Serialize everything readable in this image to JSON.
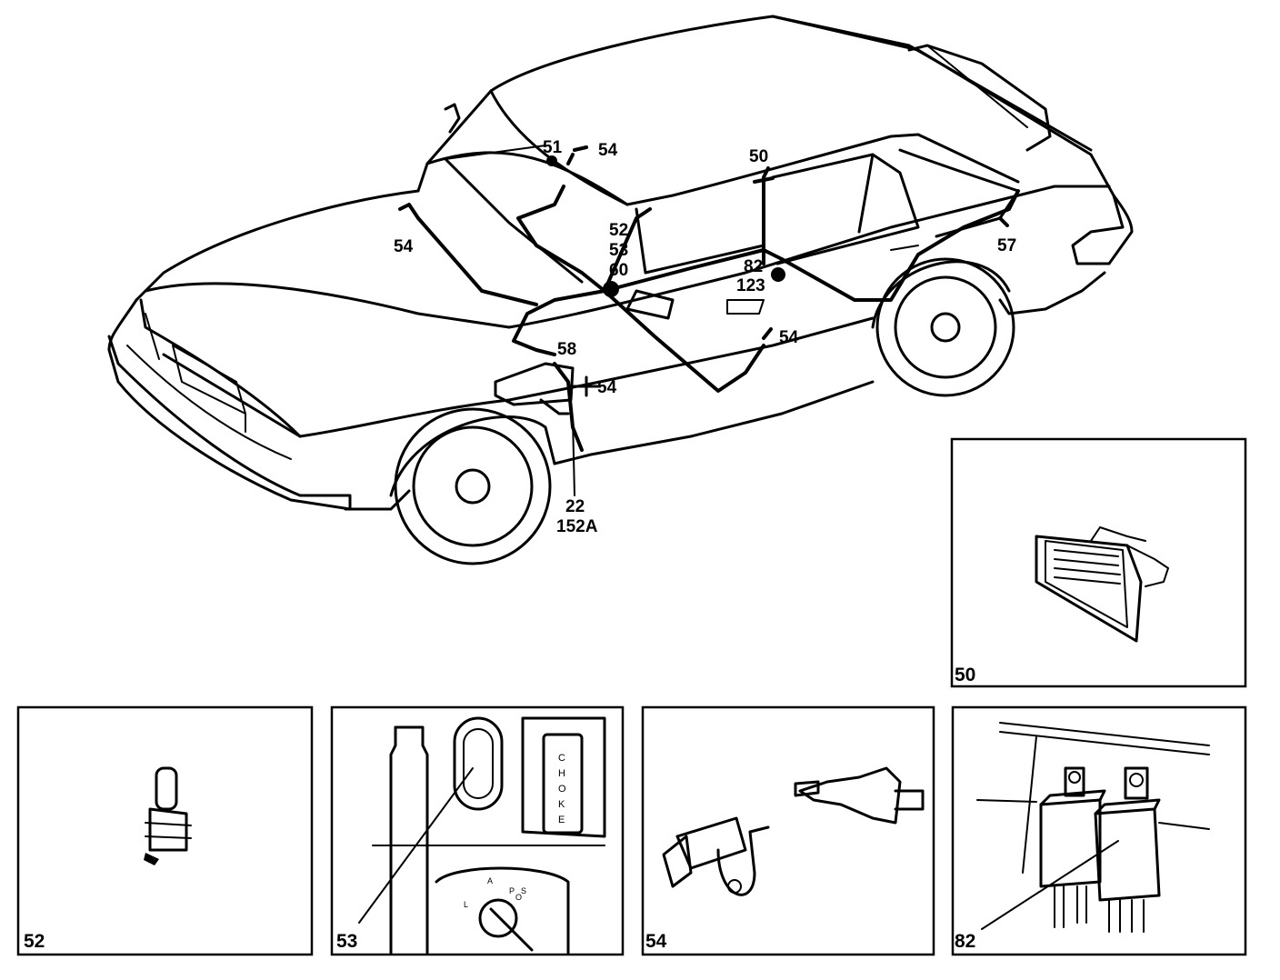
{
  "callouts": {
    "c51": "51",
    "c54_top": "54",
    "c54_hood": "54",
    "c50": "50",
    "c52": "52",
    "c53": "53",
    "c60": "60",
    "c82": "82",
    "c123": "123",
    "c54_door": "54",
    "c58": "58",
    "c54_front": "54",
    "c57": "57",
    "c22": "22",
    "c152a": "152A"
  },
  "panels": {
    "p50": "50",
    "p52": "52",
    "p53": "53",
    "p54": "54",
    "p82": "82"
  },
  "choke_label": [
    "C",
    "H",
    "O",
    "K",
    "E"
  ],
  "ignition_marks": [
    "L",
    "A",
    "P",
    "O",
    "S"
  ]
}
